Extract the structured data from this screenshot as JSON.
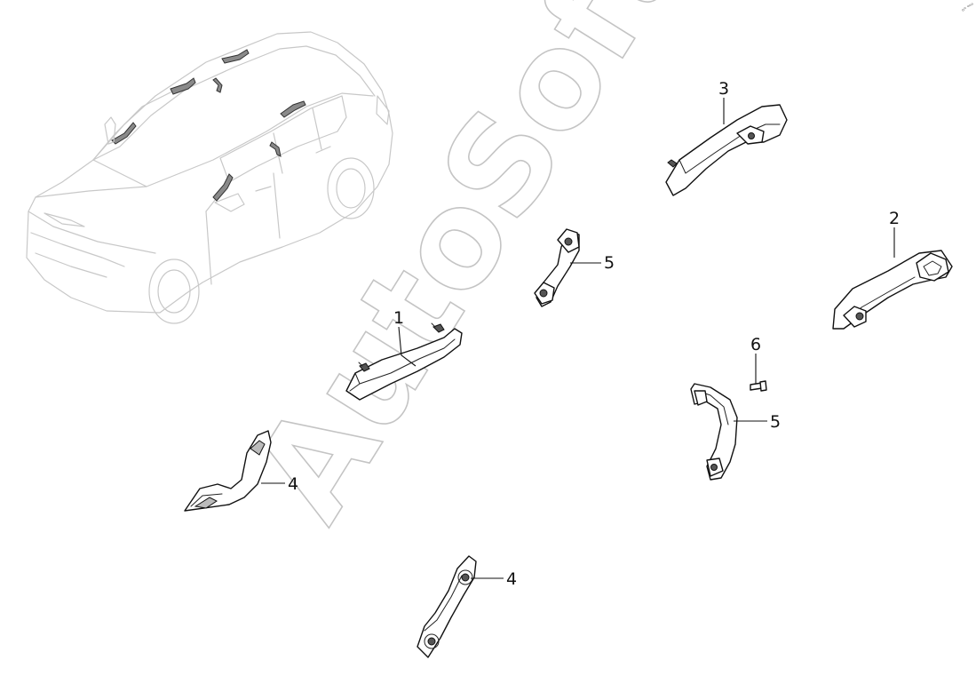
{
  "watermark": {
    "text": "AutoSoft"
  },
  "corner_mark": "⸰ᵒ ᵒᵒᵒ",
  "callouts": {
    "c1": "1",
    "c2": "2",
    "c3": "3",
    "c4a": "4",
    "c4b": "4",
    "c5a": "5",
    "c5b": "5",
    "c6": "6"
  },
  "icons": {
    "vehicle": "suv-outline-icon",
    "handle": "grab-handle-icon",
    "bolt": "bolt-icon"
  }
}
